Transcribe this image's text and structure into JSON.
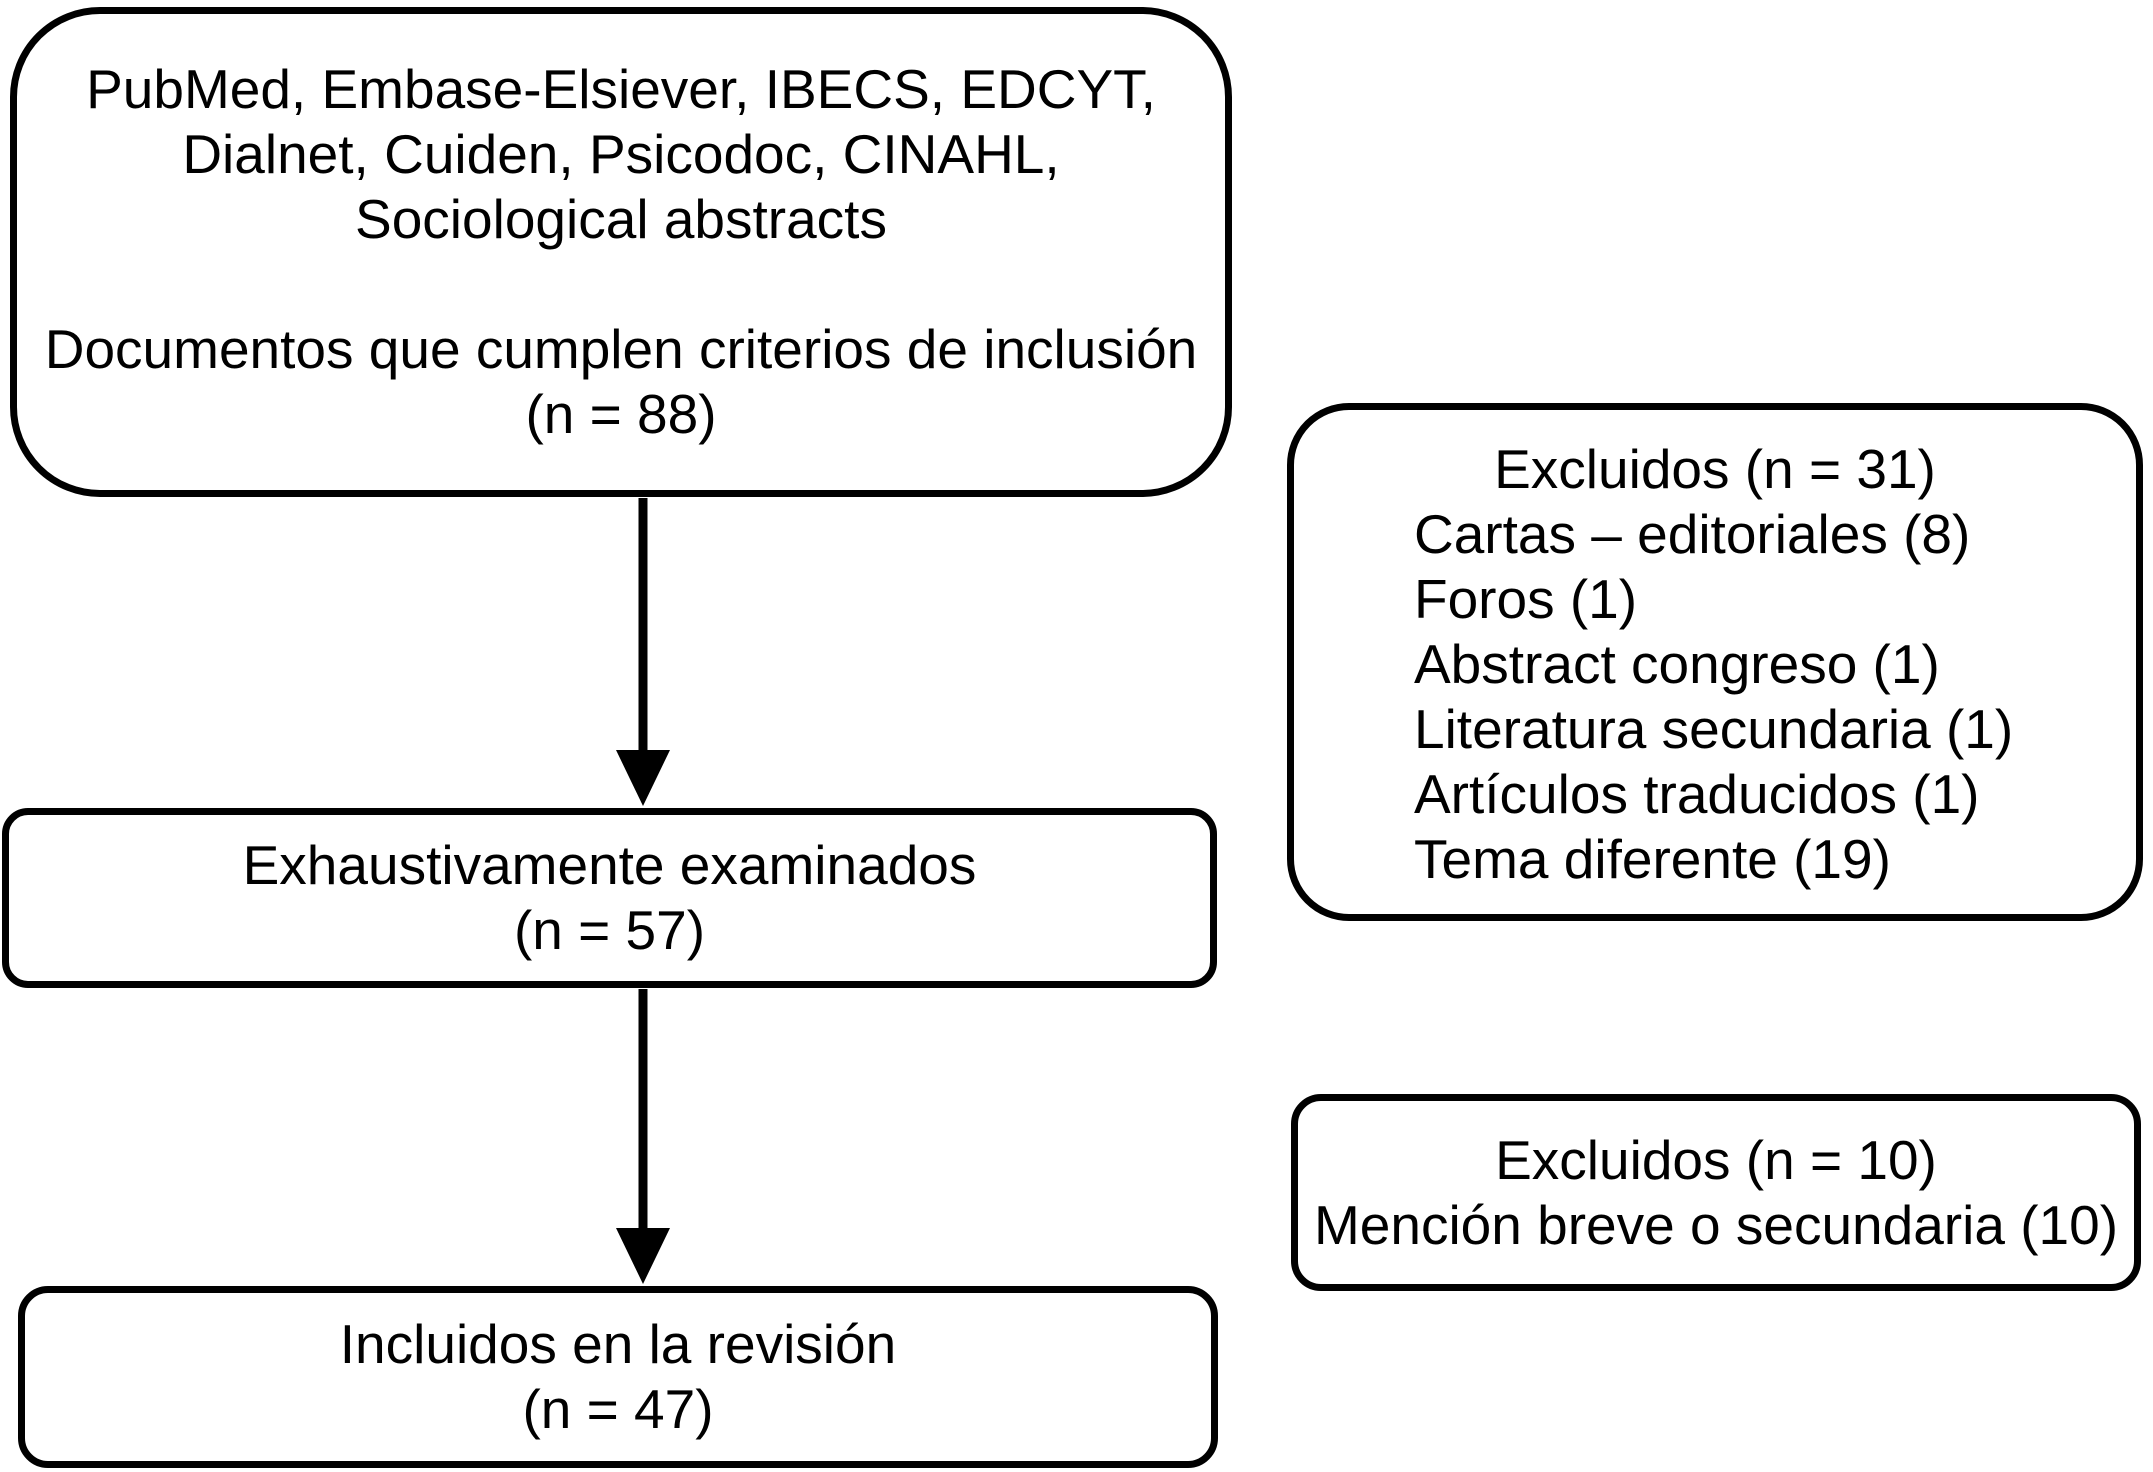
{
  "page": {
    "background_color": "#ffffff",
    "ink_color": "#000000"
  },
  "flowchart": {
    "identification_box": {
      "source_lines": [
        "PubMed, Embase-Elsiever, IBECS, EDCYT,",
        "Dialnet, Cuiden, Psicodoc, CINAHL,",
        "Sociological abstracts"
      ],
      "description": "Documentos que cumplen criterios de inclusión",
      "count": "(n = 88)"
    },
    "screening_box": {
      "label": "Exhaustivamente examinados",
      "count": "(n = 57)"
    },
    "included_box": {
      "label": "Incluidos en la revisión",
      "count": "(n = 47)"
    },
    "excluded_box_1": {
      "title": "Excluidos (n = 31)",
      "items": [
        "Cartas – editoriales (8)",
        "Foros (1)",
        "Abstract congreso (1)",
        "Literatura secundaria (1)",
        "Artículos traducidos (1)",
        "Tema diferente (19)"
      ]
    },
    "excluded_box_2": {
      "title": "Excluidos (n = 10)",
      "items": [
        "Mención breve o secundaria (10)"
      ]
    }
  }
}
